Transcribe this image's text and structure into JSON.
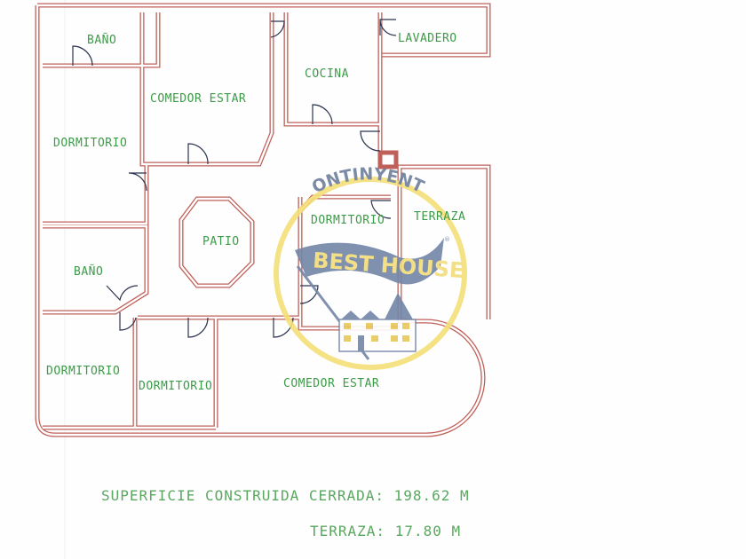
{
  "rooms": {
    "bano_top": "BAÑO",
    "comedor_top": "COMEDOR ESTAR",
    "cocina": "COCINA",
    "lavadero": "LAVADERO",
    "dormitorio_left": "DORMITORIO",
    "patio": "PATIO",
    "dormitorio_mid": "DORMITORIO",
    "terraza": "TERRAZA",
    "bano_left": "BAÑO",
    "dormitorio_bottom_left": "DORMITORIO",
    "dormitorio_bottom": "DORMITORIO",
    "comedor_bottom": "COMEDOR ESTAR"
  },
  "summary": {
    "closed_area": "SUPERFICIE CONSTRUIDA CERRADA: 198.62 M",
    "terrace_area": "TERRAZA: 17.80 M"
  },
  "watermark": {
    "town": "ONTINYENT",
    "brand": "BEST HOUSE",
    "registered": "®"
  },
  "colors": {
    "wall": "#c0605a",
    "label": "#3d9a48",
    "ring": "#f3df78",
    "brand_blue": "#7386a8",
    "brand_yellow": "#f2dc7a"
  }
}
